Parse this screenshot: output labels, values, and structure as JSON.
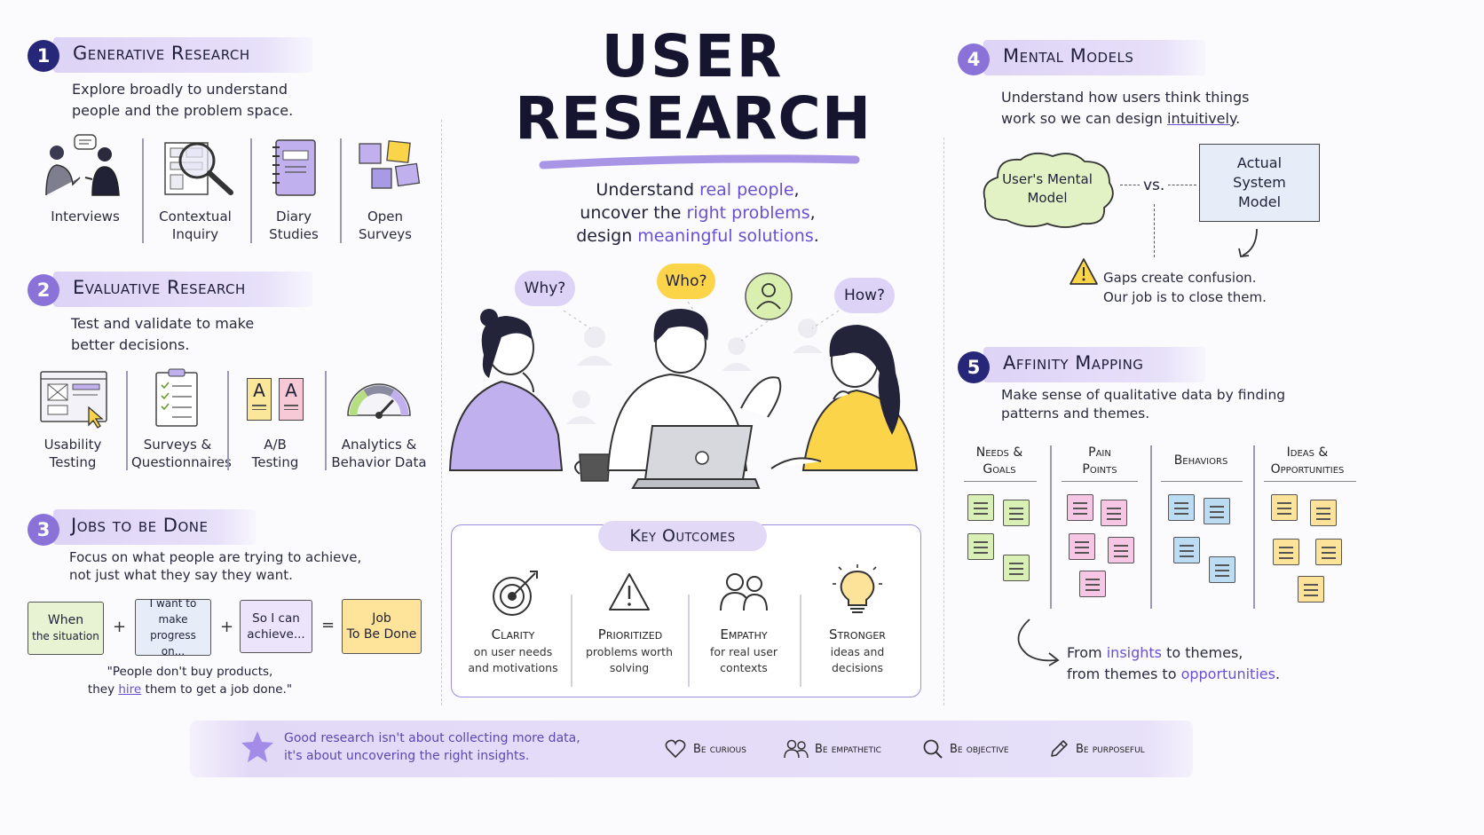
{
  "title": {
    "line1": "USER",
    "line2": "RESEARCH"
  },
  "tagline": [
    {
      "plain": "Understand ",
      "hl": "real people",
      "end": ","
    },
    {
      "plain": "uncover the ",
      "hl": "right problems",
      "end": ","
    },
    {
      "plain": "design ",
      "hl": "meaningful solutions",
      "end": "."
    }
  ],
  "bubbles": {
    "why": "Why?",
    "who": "Who?",
    "how": "How?"
  },
  "sections": {
    "generative": {
      "num": "1",
      "title": "Generative Research",
      "desc": [
        "Explore broadly to understand",
        "people and the problem space."
      ],
      "methods": [
        {
          "label": "Interviews"
        },
        {
          "label": "Contextual\nInquiry"
        },
        {
          "label": "Diary\nStudies"
        },
        {
          "label": "Open\nSurveys"
        }
      ]
    },
    "evaluative": {
      "num": "2",
      "title": "Evaluative Research",
      "desc": [
        "Test and validate to make",
        "better decisions."
      ],
      "methods": [
        {
          "label": "Usability\nTesting"
        },
        {
          "label": "Surveys &\nQuestionnaires"
        },
        {
          "label": "A/B\nTesting"
        },
        {
          "label": "Analytics &\nBehavior Data"
        }
      ],
      "ab_letters": [
        "A",
        "A"
      ]
    },
    "jtbd": {
      "num": "3",
      "title": "Jobs to be Done",
      "desc": [
        "Focus on what people are trying to achieve,",
        "not just what they say they want."
      ],
      "boxes": [
        {
          "line1": "When",
          "line2": "the situation"
        },
        {
          "line1": "I want to",
          "line2": "make progress",
          "line3": "on..."
        },
        {
          "line1": "So I can",
          "line2": "achieve..."
        },
        {
          "line1": "Job",
          "line2": "To Be Done"
        }
      ],
      "ops": [
        "+",
        "+",
        "="
      ],
      "quote1": "\"People don't buy products,",
      "quote2_pre": "they ",
      "quote2_hl": "hire",
      "quote2_post": " them to get a job done.\""
    },
    "mental": {
      "num": "4",
      "title": "Mental Models",
      "desc1": "Understand how users think things",
      "desc2_pre": "work so we can design ",
      "desc2_ul": "intuitively",
      "desc2_post": ".",
      "cloud": [
        "User's Mental",
        "Model"
      ],
      "vs": "vs.",
      "system": [
        "Actual",
        "System",
        "Model"
      ],
      "warning": [
        "Gaps create confusion.",
        "Our job is to close them."
      ]
    },
    "affinity": {
      "num": "5",
      "title": "Affinity Mapping",
      "desc": [
        "Make sense of qualitative data by finding",
        "patterns and themes."
      ],
      "columns": [
        {
          "head": "Needs &\nGoals",
          "color": "#d8f0b4"
        },
        {
          "head": "Pain\nPoints",
          "color": "#f6c6e4"
        },
        {
          "head": "Behaviors",
          "color": "#bcdcf4"
        },
        {
          "head": "Ideas &\nOpportunities",
          "color": "#fde29a"
        }
      ],
      "footer1_pre": "From ",
      "footer1_hl": "insights",
      "footer1_post": " to themes,",
      "footer2_pre": "from themes to ",
      "footer2_hl": "opportunities",
      "footer2_post": "."
    }
  },
  "outcomes": {
    "title": "Key Outcomes",
    "items": [
      {
        "title": "Clarity",
        "desc": "on user needs\nand motivations",
        "icon": "target-icon"
      },
      {
        "title": "Prioritized",
        "desc": "problems worth\nsolving",
        "icon": "warning-icon"
      },
      {
        "title": "Empathy",
        "desc": "for real user\ncontexts",
        "icon": "people-icon"
      },
      {
        "title": "Stronger",
        "desc": "ideas and\ndecisions",
        "icon": "lightbulb-icon"
      }
    ]
  },
  "footer": {
    "quote1": "Good research isn't about collecting more data,",
    "quote2": "it's about uncovering the right insights.",
    "principles": [
      {
        "label": "Be curious",
        "icon": "heart-icon"
      },
      {
        "label": "Be empathetic",
        "icon": "people-icon"
      },
      {
        "label": "Be objective",
        "icon": "magnifier-icon"
      },
      {
        "label": "Be purposeful",
        "icon": "pencil-icon"
      }
    ]
  },
  "colors": {
    "accent": "#6a4fd0",
    "band": "#e2d9f7",
    "navy": "#27277a",
    "lavender": "#8a72d8",
    "yellow": "#fbd44a",
    "purple_fill": "#c0b0ee",
    "green_cloud": "#e3f2c4",
    "system_blue": "#e6ecf8"
  }
}
